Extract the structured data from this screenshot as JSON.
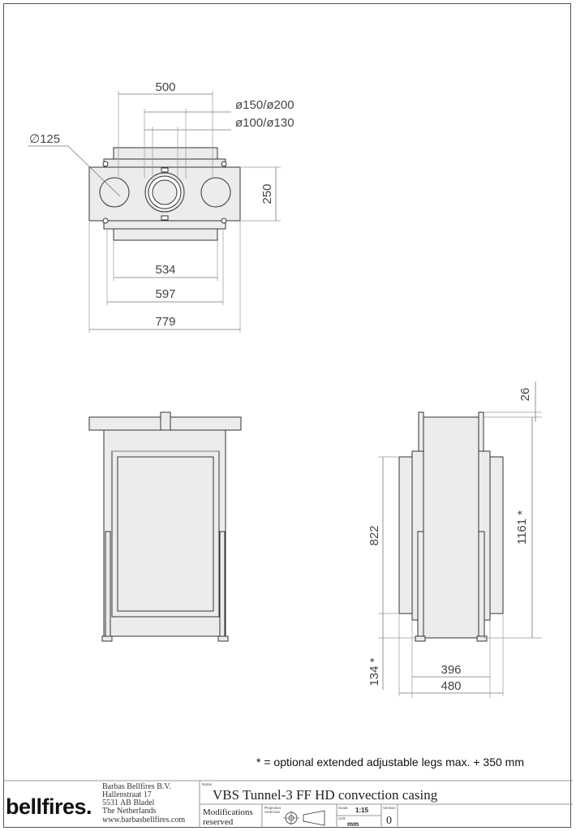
{
  "top_view": {
    "dims": {
      "d500": "500",
      "d150_200": "ø150/ø200",
      "d100_130": "ø100/ø130",
      "d125": "∅125",
      "d250": "250",
      "d534": "534",
      "d597": "597",
      "d779": "779"
    }
  },
  "side_view": {
    "dims": {
      "d26": "26",
      "d1161": "1161 *",
      "d822": "822",
      "d134": "134 *",
      "d396": "396",
      "d480": "480"
    }
  },
  "note": "* = optional extended adjustable legs max. + 350 mm",
  "title_block": {
    "logo": "bellfires.",
    "company": [
      "Barbas Bellfires B.V.",
      "Hallenstraat 17",
      "5531 AB Bladel",
      "The Netherlands",
      "www.barbasbellfires.com"
    ],
    "name_label": "Name:",
    "name": "VBS Tunnel-3 FF HD convection casing",
    "modifications": [
      "Modifications",
      "reserved"
    ],
    "projection_label": [
      "Projection:",
      "American"
    ],
    "scale_label": "Scale:",
    "scale": "1:15",
    "version_label": "Version:",
    "version": "0",
    "unit_label": "Unit:",
    "unit": "mm"
  }
}
